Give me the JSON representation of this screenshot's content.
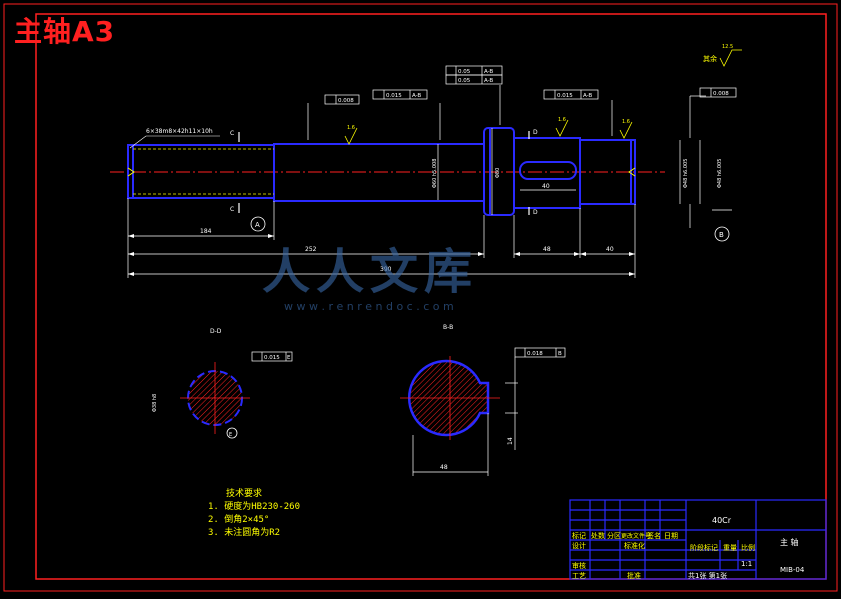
{
  "title": "主轴A3",
  "drawing": {
    "surface_rest": "其余",
    "rough_values": [
      "12.5",
      "1.6",
      "1.6",
      "1.6"
    ],
    "thread_callout": "6×38m8×42h11×10h",
    "dims": {
      "d184": "184",
      "d252": "252",
      "d390": "390",
      "d48": "48",
      "d40": "40",
      "keyway": "40",
      "section_width": "48",
      "section_depth": "14"
    },
    "tolerances": {
      "t1": "0.008",
      "t2": "0.015",
      "t2_ref": "A-B",
      "t3a": "0.05",
      "t3a_ref": "A-B",
      "t3b": "0.05",
      "t3b_ref": "A-B",
      "t4": "0.015",
      "t4_ref": "A-B",
      "t5": "0.008",
      "t6": "0.015",
      "t6_ref": "E",
      "t7": "0.018",
      "t7_ref": "B"
    },
    "datums": [
      "A",
      "B",
      "E"
    ],
    "section_labels": [
      "D-D",
      "B-B"
    ],
    "cut_marks": [
      "C",
      "C",
      "D",
      "D"
    ]
  },
  "watermark": {
    "brand": "人人文库",
    "url": "w w w . r e n r e n d o c . c o m"
  },
  "notes": {
    "heading": "技术要求",
    "items": [
      "1. 硬度为HB230-260",
      "2. 倒角2×45°",
      "3. 未注圆角为R2"
    ]
  },
  "title_block": {
    "material": "40Cr",
    "part_name": "主 轴",
    "drawing_no": "MIB-04",
    "scale": "1:1",
    "sheets": "共1张  第1张",
    "labels": {
      "mark": "标记",
      "count": "处数",
      "zone": "分区",
      "change_doc": "更改文件号",
      "sign": "签名",
      "date": "日期",
      "design": "设计",
      "standardize": "标准化",
      "stage_mark": "阶段标记",
      "weight": "重量",
      "scale_label": "比例",
      "check": "审核",
      "process": "工艺",
      "approve": "批准"
    }
  },
  "colors": {
    "background": "#000000",
    "outline": "#2a2aff",
    "dimension": "#ffffff",
    "annotation": "#ffff00",
    "centerline": "#ff2020",
    "frame": "#ff2020",
    "hatch": "#ff2020",
    "watermark": "#3a6aa8"
  }
}
